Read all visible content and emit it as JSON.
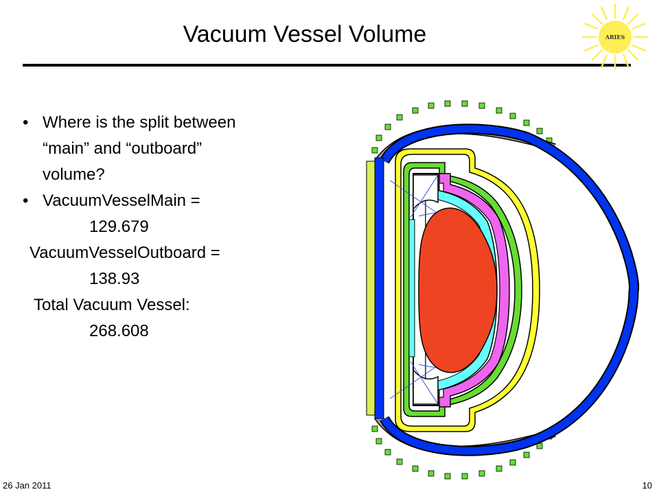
{
  "slide": {
    "title": "Vacuum Vessel Volume",
    "logo_text": "ARIES",
    "bullets": [
      {
        "lines": [
          "Where is the split between",
          "“main” and “outboard”",
          "volume?"
        ]
      },
      {
        "lines": [
          "VacuumVesselMain ="
        ]
      }
    ],
    "values": {
      "main_value": "129.679",
      "outboard_label": "VacuumVesselOutboard =",
      "outboard_value": "138.93",
      "total_label": "Total Vacuum Vessel:",
      "total_value": "268.608"
    },
    "footer": {
      "date": "26 Jan 2011",
      "page": "10"
    }
  },
  "colors": {
    "vessel_blue": "#0033ee",
    "shield_gray": "#999999",
    "coil_green": "#66dd33",
    "blanket_yellow": "#ffff33",
    "magenta": "#ee66ee",
    "cyan": "#66ffff",
    "plasma_red": "#ee4422",
    "sun_yellow": "#ffee55"
  }
}
